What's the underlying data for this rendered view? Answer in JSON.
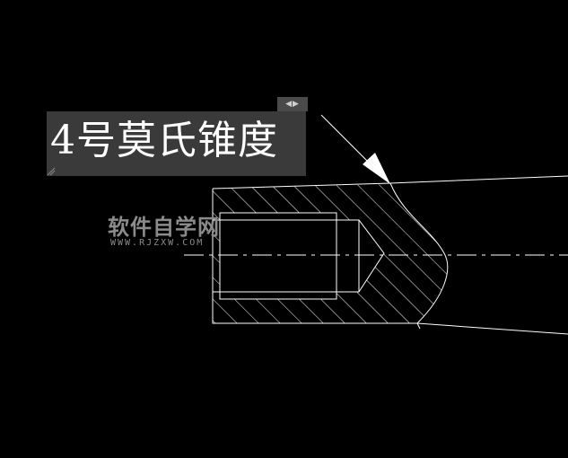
{
  "editor": {
    "mtext": "4号莫氏锥度",
    "arrows": "◀▶"
  },
  "watermark": {
    "title": "软件自学网",
    "url": "WWW.RJZXW.COM"
  },
  "colors": {
    "background": "#000000",
    "lines": "#ffffff",
    "editor_bg": "#3a3a3a",
    "watermark": "#8b8b8b"
  },
  "icons": {
    "leader": "leader-arrow-icon",
    "arrows": "left-right-arrows-icon",
    "grip": "resize-grip-icon"
  }
}
